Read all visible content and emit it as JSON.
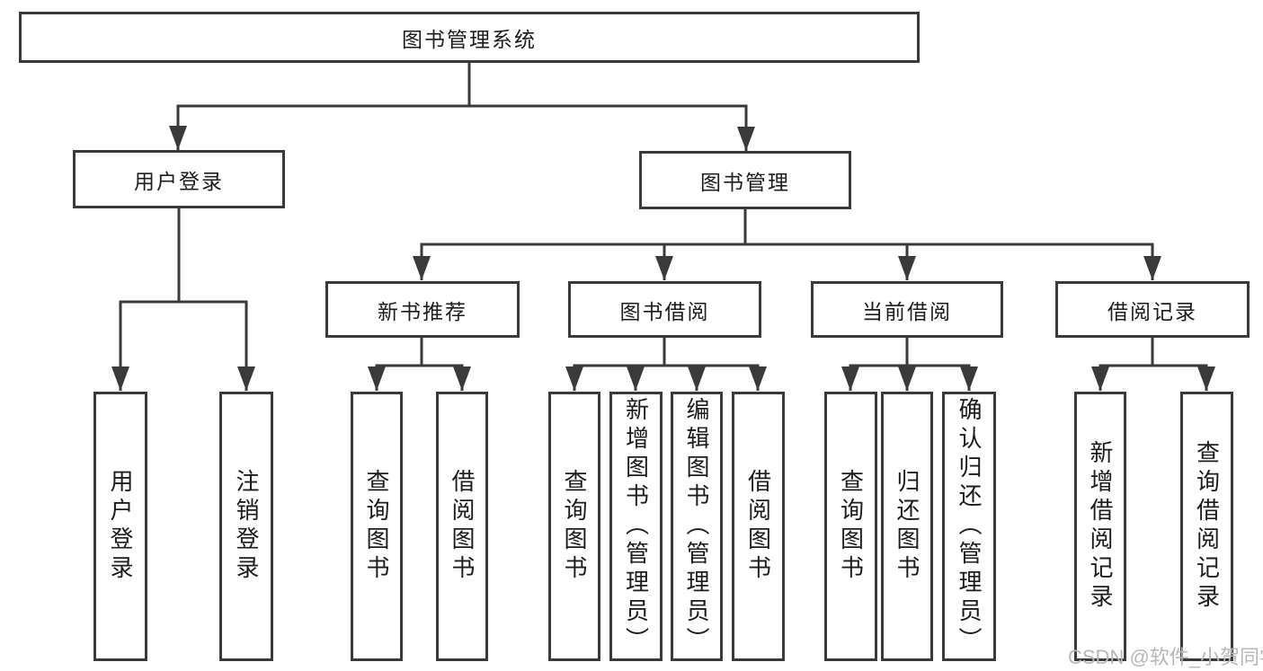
{
  "diagram": {
    "title": "图书管理系统",
    "root": {
      "label": "图书管理系统"
    },
    "level2": [
      {
        "label": "用户登录"
      },
      {
        "label": "图书管理"
      }
    ],
    "level3": [
      {
        "label": "新书推荐",
        "parent": "图书管理"
      },
      {
        "label": "图书借阅",
        "parent": "图书管理"
      },
      {
        "label": "当前借阅",
        "parent": "图书管理"
      },
      {
        "label": "借阅记录",
        "parent": "图书管理"
      }
    ],
    "leaves": [
      {
        "label": "用户登录",
        "parent": "用户登录"
      },
      {
        "label": "注销登录",
        "parent": "用户登录"
      },
      {
        "label": "查询图书",
        "parent": "新书推荐"
      },
      {
        "label": "借阅图书",
        "parent": "新书推荐"
      },
      {
        "label": "查询图书",
        "parent": "图书借阅"
      },
      {
        "label": "新增图书（管理员）",
        "parent": "图书借阅"
      },
      {
        "label": "编辑图书（管理员）",
        "parent": "图书借阅"
      },
      {
        "label": "借阅图书",
        "parent": "图书借阅"
      },
      {
        "label": "查询图书",
        "parent": "当前借阅"
      },
      {
        "label": "归还图书",
        "parent": "当前借阅"
      },
      {
        "label": "确认归还（管理员）",
        "parent": "当前借阅"
      },
      {
        "label": "新增借阅记录",
        "parent": "借阅记录"
      },
      {
        "label": "查询借阅记录",
        "parent": "借阅记录"
      }
    ]
  },
  "watermark": "CSDN @软件_小贺同学",
  "colors": {
    "line": "#3a3a3a",
    "text": "#1c1c1c",
    "background": "#ffffff",
    "watermark": "#b7b7b7"
  }
}
